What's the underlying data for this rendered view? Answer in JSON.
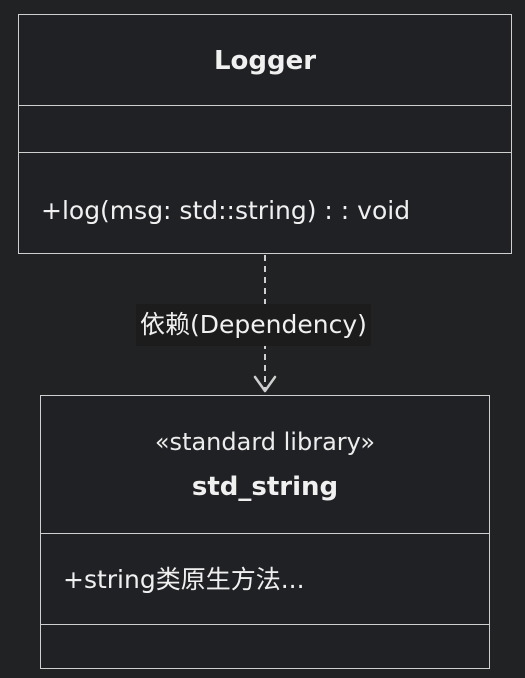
{
  "diagram": {
    "classes": [
      {
        "id": "logger",
        "stereotype": "",
        "name": "Logger",
        "attributes": [],
        "methods": [
          "+log(msg: std::string) : : void"
        ]
      },
      {
        "id": "std_string",
        "stereotype": "«standard library»",
        "name": "std_string",
        "attributes": [
          "+string类原生方法..."
        ],
        "methods": []
      }
    ],
    "relations": [
      {
        "type": "dependency",
        "from": "Logger",
        "to": "std_string",
        "label": "依赖(Dependency)",
        "line_style": "dashed",
        "arrow": "open"
      }
    ],
    "colors": {
      "background": "#212224",
      "border": "#cfcfcf",
      "text": "#f0f0f0",
      "label_background": "#1c1c1c"
    }
  }
}
